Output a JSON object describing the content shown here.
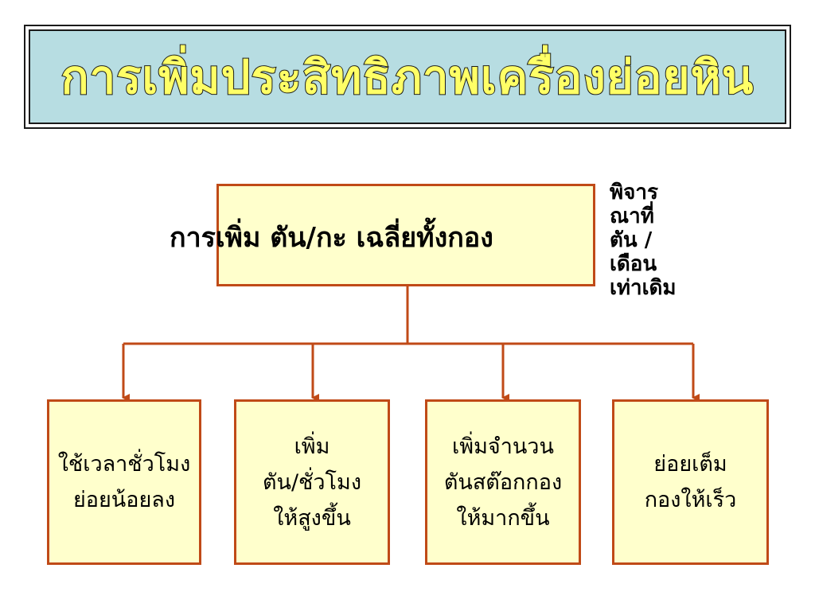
{
  "title": "การเพิ่มประสิทธิภาพเครื่องย่อยหิน",
  "main_box": {
    "label": "การเพิ่ม ตัน/กะ เฉลี่ยทั้งกอง"
  },
  "side_note": {
    "lines": [
      "พิจาร",
      "ณาที่",
      "ตัน /",
      "เดือน",
      "เท่าเดิม"
    ]
  },
  "children": [
    {
      "lines": [
        "ใช้เวลาชั่วโมง",
        "ย่อยน้อยลง"
      ]
    },
    {
      "lines": [
        "เพิ่ม",
        "ตัน/ชั่วโมง",
        "ให้สูงขึ้น"
      ]
    },
    {
      "lines": [
        "เพิ่มจำนวน",
        "ตันสต๊อกกอง",
        "ให้มากขึ้น"
      ]
    },
    {
      "lines": [
        "ย่อยเต็ม",
        "กองให้เร็ว"
      ]
    }
  ],
  "colors": {
    "title_background": "#b7dde2",
    "title_text": "#ffff66",
    "box_fill": "#ffffcc",
    "box_border": "#c04a17",
    "connector": "#c04a17"
  }
}
